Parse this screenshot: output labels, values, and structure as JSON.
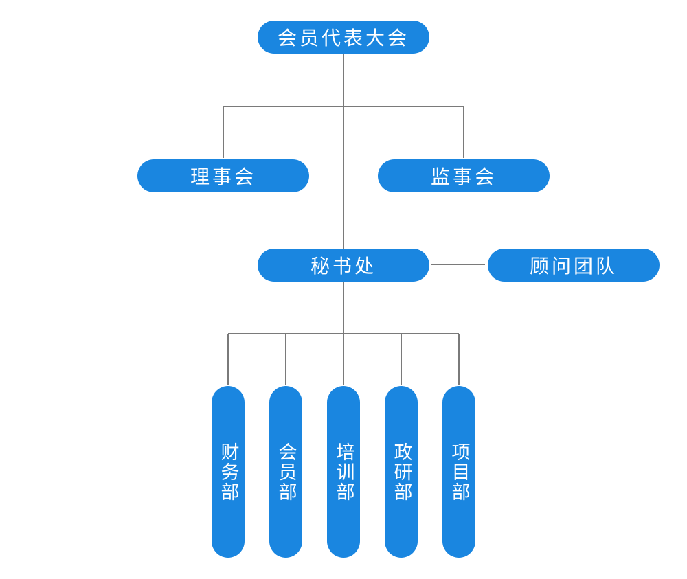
{
  "diagram": {
    "nodes": {
      "congress": "会员代表大会",
      "council": "理事会",
      "supervisory_board": "监事会",
      "secretariat": "秘书处",
      "advisory_team": "顾问团队",
      "departments": [
        "财务部",
        "会员部",
        "培训部",
        "政研部",
        "项目部"
      ]
    },
    "colors": {
      "node_fill": "#1a86e0",
      "node_text": "#ffffff",
      "connector": "#7a7a7a"
    }
  }
}
